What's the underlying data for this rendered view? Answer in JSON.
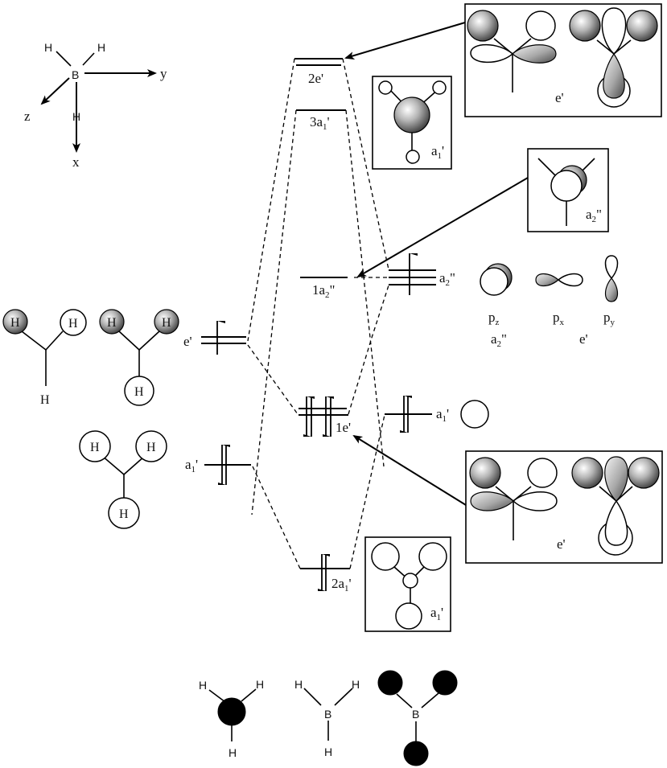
{
  "figure": {
    "title": "Molecular orbital diagram of BH3 (D3h)",
    "axes_label": {
      "central_atom": "B",
      "ligands": [
        "H",
        "H",
        "H"
      ],
      "axes": [
        "y",
        "z",
        "x"
      ]
    },
    "mo_levels": [
      {
        "id": "2e_prime",
        "label": "2e'",
        "main": "2e'",
        "occupancy": 0
      },
      {
        "id": "3a1_prime",
        "label": "3a1'",
        "main": "3a",
        "subscript": "1",
        "suffix": "'",
        "occupancy": 0
      },
      {
        "id": "1a2_dprime",
        "label": "1a2\"",
        "main": "1a",
        "subscript": "2",
        "suffix": "\"",
        "occupancy": 0
      },
      {
        "id": "1e_prime",
        "label": "1e'",
        "main": "1e'",
        "occupancy": 4
      },
      {
        "id": "2a1_prime",
        "label": "2a1'",
        "main": "2a",
        "subscript": "1",
        "suffix": "'",
        "occupancy": 2
      }
    ],
    "boron_levels": [
      {
        "id": "b_a2_dprime",
        "main": "a",
        "subscript": "2",
        "suffix": "\"",
        "degeneracy": 3,
        "electrons": 1
      },
      {
        "id": "b_a1_prime",
        "main": "a",
        "subscript": "1",
        "suffix": "'",
        "electrons": 2
      }
    ],
    "h3_levels": [
      {
        "id": "h_e_prime",
        "label": "e'",
        "degeneracy": 2,
        "electrons": 1
      },
      {
        "id": "h_a1_prime",
        "main": "a",
        "subscript": "1",
        "suffix": "'",
        "electrons": 2
      }
    ],
    "h3_salcs": {
      "atom_label": "H",
      "e_prime_count": 2,
      "a1_prime_count": 1
    },
    "boron_p_orbitals": [
      {
        "name": "p",
        "subscript": "z",
        "symmetry_main": "a",
        "symmetry_sub": "2",
        "symmetry_suffix": "\""
      },
      {
        "name": "p",
        "subscript": "x"
      },
      {
        "name": "p",
        "subscript": "y"
      }
    ],
    "p_group_symmetry": "e'",
    "orbital_boxes": [
      {
        "id": "box-2e-prime",
        "label": "e'"
      },
      {
        "id": "box-3a1-prime",
        "main": "a",
        "subscript": "1",
        "suffix": "'"
      },
      {
        "id": "box-1a2-dprime",
        "main": "a",
        "subscript": "2",
        "suffix": "\""
      },
      {
        "id": "box-1e-prime",
        "label": "e'"
      },
      {
        "id": "box-2a1-prime",
        "main": "a",
        "subscript": "1",
        "suffix": "'"
      }
    ],
    "bottom_legend": {
      "atoms": [
        "H",
        "H",
        "H"
      ],
      "center": "B"
    }
  }
}
